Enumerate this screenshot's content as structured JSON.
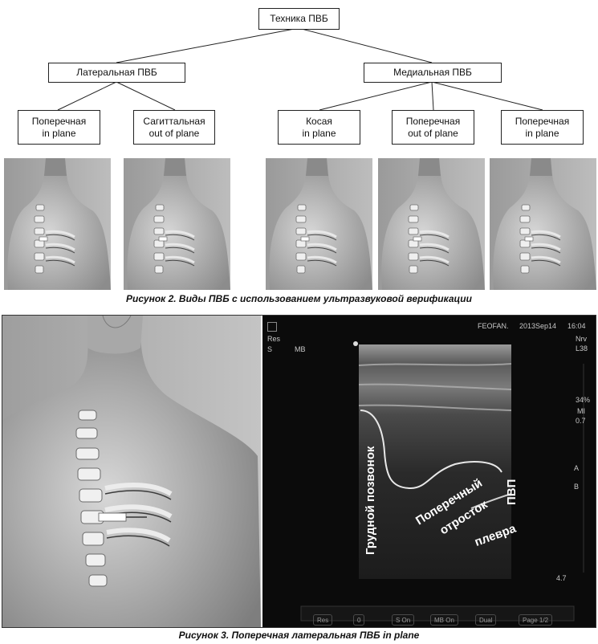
{
  "figure2": {
    "root": "Техника ПВБ",
    "lateral": "Латеральная ПВБ",
    "medial": "Медиальная ПВБ",
    "leaves": [
      "Поперечная\nin plane",
      "Сагиттальная\nout of plane",
      "Косая\nin plane",
      "Поперечная\nout of plane",
      "Поперечная\nin plane"
    ],
    "caption": "Рисунок 2. Виды ПВБ с использованием ультразвуковой верификации"
  },
  "figure3": {
    "caption": "Рисунок 3. Поперечная латеральная ПВБ in plane",
    "ultrasound": {
      "header_name": "FEOFAN.",
      "date": "2013Sep14",
      "time": "16:04",
      "res": "Res",
      "s": "S",
      "mb": "MB",
      "right_panel": [
        "Nrv",
        "L38",
        "34%",
        "MI",
        "0.7",
        "A",
        "B"
      ],
      "depth": "4.7",
      "bottom_bar": [
        "Res",
        "0",
        "S On",
        "MB On",
        "Dual",
        "Page 1/2"
      ],
      "labels": {
        "vertebra": "Грудной позвонок",
        "process_1": "Поперечный",
        "process_2": "отросток",
        "pvp": "ПВП",
        "pleura": "плевра"
      }
    }
  }
}
